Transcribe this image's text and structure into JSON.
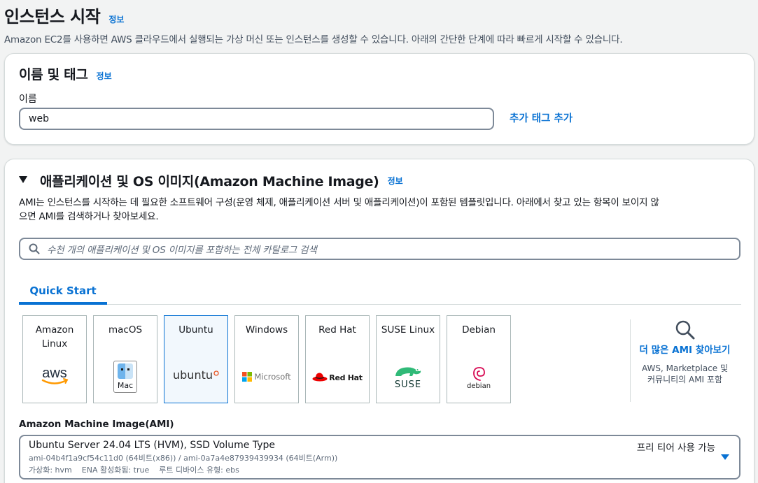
{
  "header": {
    "title": "인스턴스 시작",
    "info": "정보",
    "description": "Amazon EC2를 사용하면 AWS 클라우드에서 실행되는 가상 머신 또는 인스턴스를 생성할 수 있습니다. 아래의 간단한 단계에 따라 빠르게 시작할 수 있습니다."
  },
  "name_tags": {
    "title": "이름 및 태그",
    "info": "정보",
    "name_label": "이름",
    "name_value": "web",
    "add_tag": "추가 태그 추가"
  },
  "ami": {
    "title": "애플리케이션 및 OS 이미지(Amazon Machine Image)",
    "info": "정보",
    "description_line1": "AMI는 인스턴스를 시작하는 데 필요한 소프트웨어 구성(운영 체제, 애플리케이션 서버 및 애플리케이션)이 포함된 템플릿입니다. 아래에서 찾고 있는 항목이 보이지 않",
    "description_line2": "으면 AMI를 검색하거나 찾아보세요.",
    "search_placeholder": "수천 개의 애플리케이션 및 OS 이미지를 포함하는 전체 카탈로그 검색",
    "tab_quick_start": "Quick Start",
    "os_tiles": [
      {
        "name": "Amazon Linux",
        "logo_text": "aws"
      },
      {
        "name": "macOS",
        "logo_text": "Mac"
      },
      {
        "name": "Ubuntu",
        "logo_text": "ubuntu"
      },
      {
        "name": "Windows",
        "logo_text": "Microsoft"
      },
      {
        "name": "Red Hat",
        "logo_text": "Red Hat"
      },
      {
        "name": "SUSE Linux",
        "logo_text": "SUSE"
      },
      {
        "name": "Debian",
        "logo_text": "debian"
      }
    ],
    "selected_os": "Ubuntu",
    "more_ami_link": "더 많은 AMI 찾아보기",
    "more_ami_sub": "AWS, Marketplace 및 커뮤니티의 AMI 포함",
    "ami_label": "Amazon Machine Image(AMI)",
    "selected_ami": {
      "name": "Ubuntu Server 24.04 LTS (HVM), SSD Volume Type",
      "ids": "ami-04b4f1a9cf54c11d0 (64비트(x86)) / ami-0a7a4e87939439934 (64비트(Arm))",
      "virtualization": "가상화: hvm",
      "ena": "ENA 활성화됨: true",
      "root_device": "루트 디바이스 유형: ebs",
      "free_tier": "프리 티어 사용 가능"
    }
  },
  "colors": {
    "link": "#0972d3",
    "border": "#7d8998",
    "selected_bg": "#f2f8fd",
    "aws_orange": "#ff9900",
    "ubuntu_orange": "#e95420",
    "redhat_red": "#ee0000",
    "suse_green": "#30ba78",
    "debian_red": "#d70a53"
  }
}
